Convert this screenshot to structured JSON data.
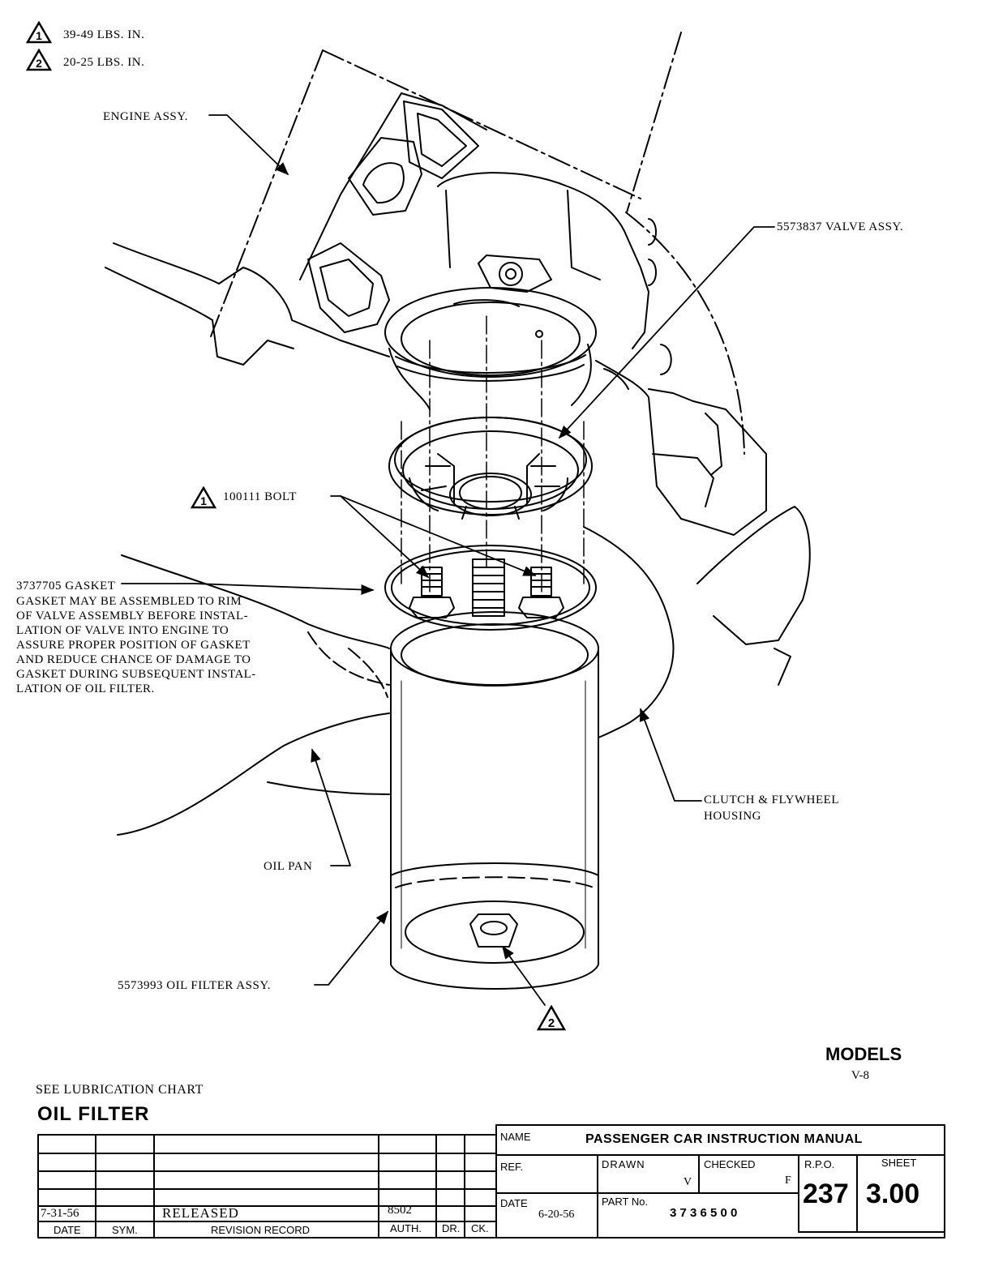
{
  "torque_legend": [
    {
      "symbol": "1",
      "spec": "39-49 LBS. IN."
    },
    {
      "symbol": "2",
      "spec": "20-25 LBS. IN."
    }
  ],
  "callouts": {
    "engine_assy": "ENGINE ASSY.",
    "valve_assy": "5573837 VALVE ASSY.",
    "bolt": "100111 BOLT",
    "bolt_symbol": "1",
    "gasket_title": "3737705 GASKET",
    "gasket_note": [
      "GASKET MAY BE ASSEMBLED TO RIM",
      "OF VALVE ASSEMBLY BEFORE INSTAL-",
      "LATION OF VALVE INTO ENGINE TO",
      "ASSURE PROPER POSITION OF GASKET",
      "AND REDUCE CHANCE OF DAMAGE TO",
      "GASKET DURING SUBSEQUENT INSTAL-",
      "LATION OF OIL FILTER."
    ],
    "clutch_line1": "CLUTCH & FLYWHEEL",
    "clutch_line2": "HOUSING",
    "oil_pan": "OIL PAN",
    "oil_filter_assy": "5573993 OIL FILTER ASSY.",
    "drain_symbol": "2"
  },
  "models": {
    "heading": "MODELS",
    "value": "V-8"
  },
  "see_chart": "SEE LUBRICATION CHART",
  "page_title": "OIL FILTER",
  "title_block": {
    "revision": {
      "date": "7-31-56",
      "sym": "",
      "record": "RELEASED",
      "auth": "8502",
      "dr": "",
      "ck": ""
    },
    "headers": {
      "date": "DATE",
      "sym": "SYM.",
      "record": "REVISION RECORD",
      "auth": "AUTH.",
      "dr": "DR.",
      "ck": "CK."
    },
    "name_label": "NAME",
    "name_value": "PASSENGER CAR INSTRUCTION MANUAL",
    "ref_label": "REF.",
    "drawn_label": "DRAWN",
    "drawn_value": "V",
    "checked_label": "CHECKED",
    "checked_value": "F",
    "rpo_label": "R.P.O.",
    "rpo_value": "237",
    "sheet_label": "SHEET",
    "sheet_value": "3.00",
    "date_label": "DATE",
    "date_value": "6-20-56",
    "part_label": "PART No.",
    "part_value": "3 7 3 6 5 0 0"
  }
}
